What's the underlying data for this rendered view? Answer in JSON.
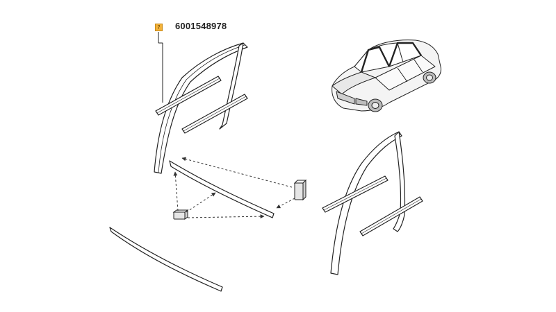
{
  "callout": {
    "marker_text": "?",
    "part_number": "6001548978",
    "marker_color": "#f3b23a"
  },
  "parts": [
    "front-door-window-frame-seal",
    "front-door-inner-belt-strip",
    "front-door-outer-belt-strip",
    "roof-drip-moulding",
    "moulding-clip-a",
    "moulding-clip-b",
    "lower-sill-moulding",
    "rear-door-window-frame-seal",
    "rear-door-inner-belt-strip",
    "rear-door-outer-belt-strip",
    "reference-car"
  ],
  "colors": {
    "line": "#222222",
    "fill": "#ffffff",
    "shade": "#d9d9d9"
  }
}
